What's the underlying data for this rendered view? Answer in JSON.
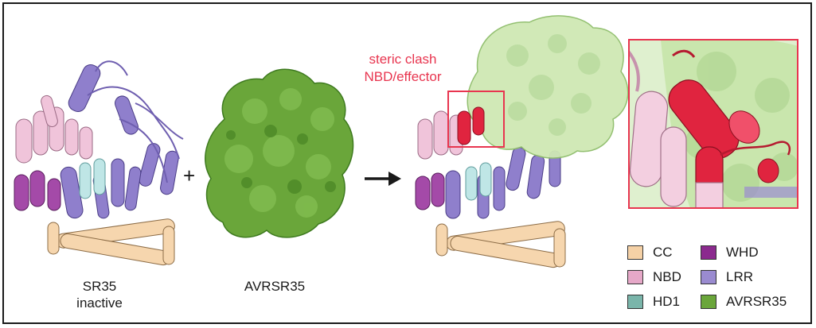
{
  "labels": {
    "sr35_line1": "SR35",
    "sr35_line2": "inactive",
    "avrsr35": "AVRSR35",
    "plus": "+",
    "clash_line1": "steric clash",
    "clash_line2": "NBD/effector"
  },
  "legend": [
    {
      "label": "CC",
      "color": "#f5d1a6"
    },
    {
      "label": "WHD",
      "color": "#8b2a8e"
    },
    {
      "label": "NBD",
      "color": "#e6a8c8"
    },
    {
      "label": "LRR",
      "color": "#9a8bd0"
    },
    {
      "label": "HD1",
      "color": "#7ab5aa"
    },
    {
      "label": "AVRSR35",
      "color": "#6aa63a"
    }
  ],
  "colors": {
    "cc": "#f5d1a6",
    "nbd": "#e6a8c8",
    "hd1": "#b8e0e0",
    "whd": "#8b2a8e",
    "lrr": "#6f5fb0",
    "effector": "#6aa63a",
    "effector_light": "#cfe8b4",
    "clash": "#e0243f"
  }
}
